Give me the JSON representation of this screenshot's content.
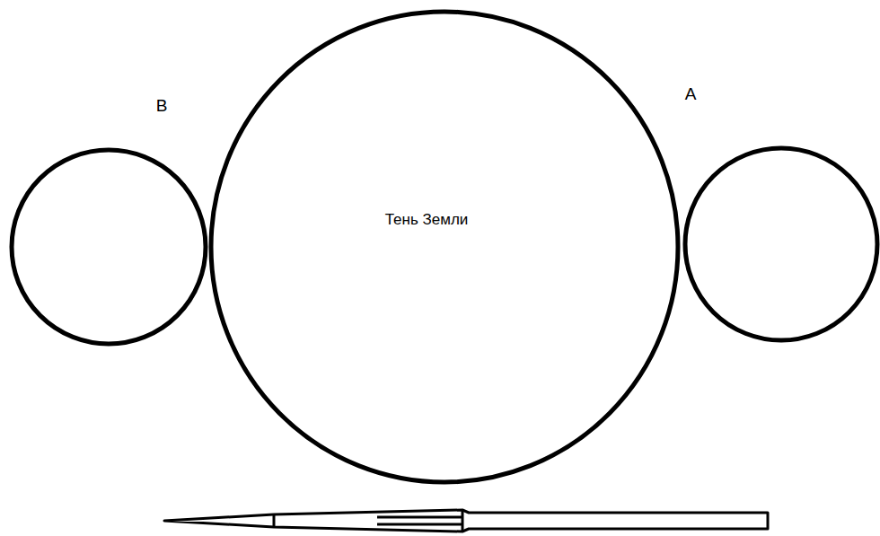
{
  "diagram": {
    "nodes": [
      {
        "text": [
          "Тень Земли"
        ]
      }
    ],
    "labels": [
      "B",
      "A"
    ]
  }
}
